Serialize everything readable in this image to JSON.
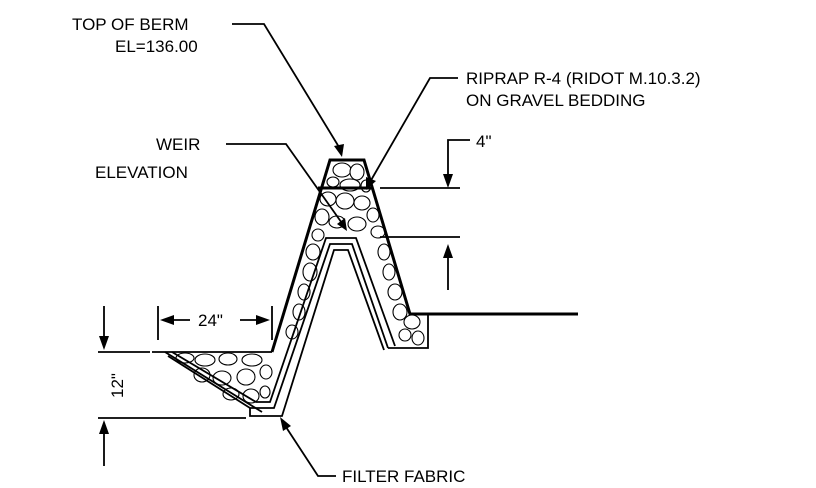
{
  "labels": {
    "top_of_berm_line1": "TOP OF BERM",
    "top_of_berm_line2": "EL=136.00",
    "riprap_line1": "RIPRAP R-4 (RIDOT M.10.3.2)",
    "riprap_line2": "ON GRAVEL BEDDING",
    "weir_line1": "WEIR",
    "weir_line2": "ELEVATION",
    "dim_4in": "4\"",
    "dim_24in": "24\"",
    "dim_12in": "12\"",
    "filter_fabric": "FILTER FABRIC"
  }
}
